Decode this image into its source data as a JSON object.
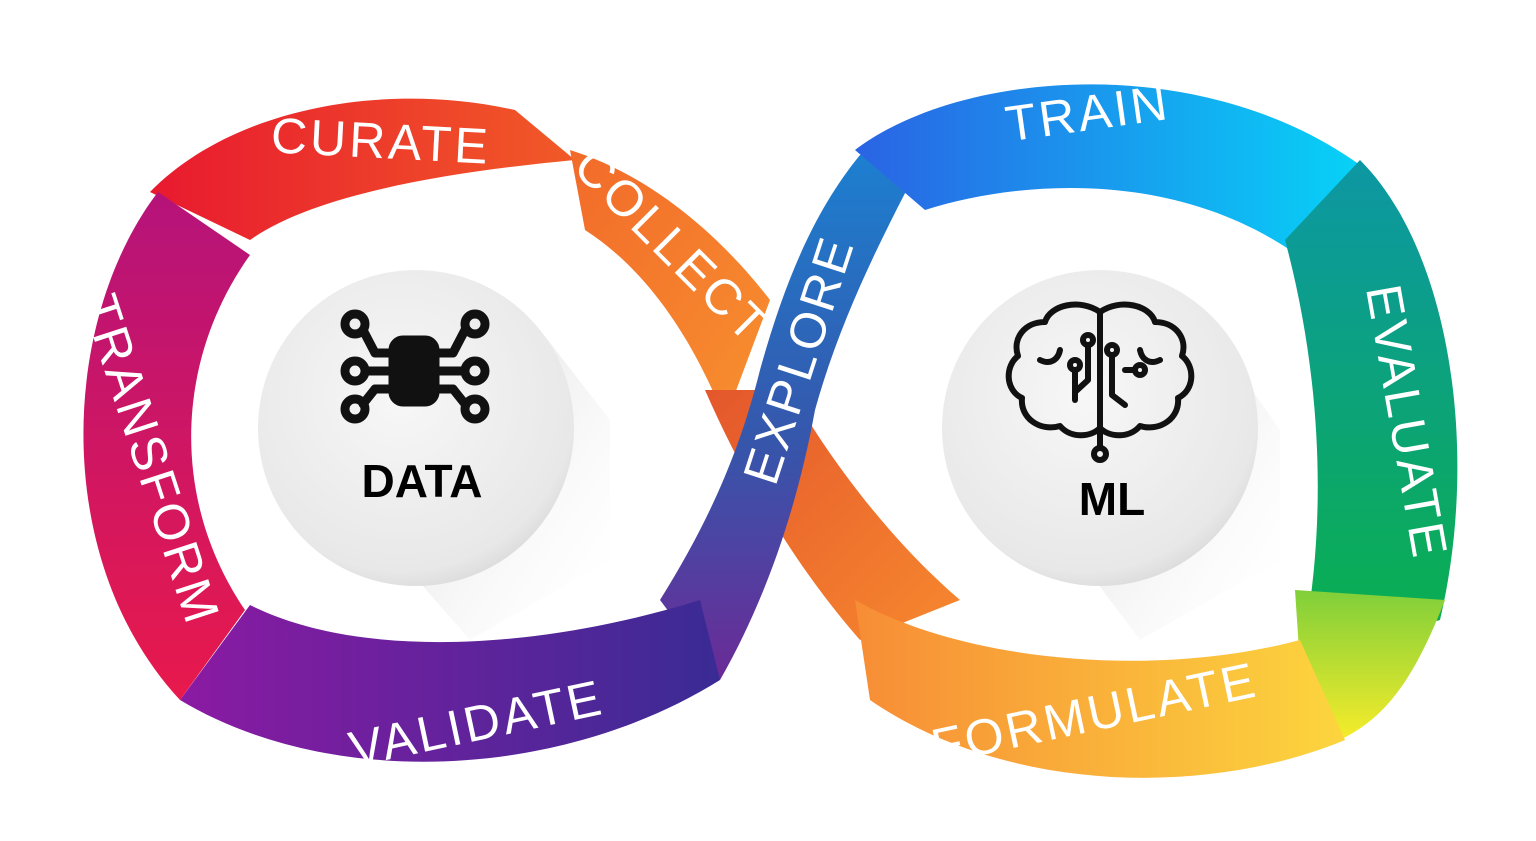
{
  "hubs": {
    "data": {
      "label": "DATA",
      "icon": "circuit-chip-icon"
    },
    "ml": {
      "label": "ML",
      "icon": "brain-circuit-icon"
    }
  },
  "stages": {
    "curate": {
      "label": "CURATE"
    },
    "collect": {
      "label": "COLLECT"
    },
    "explore": {
      "label": "EXPLORE"
    },
    "train": {
      "label": "TRAIN"
    },
    "evaluate": {
      "label": "EVALUATE"
    },
    "formulate": {
      "label": "FORMULATE"
    },
    "validate": {
      "label": "VALIDATE"
    },
    "transform": {
      "label": "TRANSFORM"
    }
  },
  "colors": {
    "curate": "#ee2b24",
    "collect": "#f47a2c",
    "explore": "#1c6fc0",
    "train": "#1a9af2",
    "evaluate": "#0aa574",
    "formulate": "#fbb23f",
    "validate": "#6a1fa3",
    "transform": "#c5126f",
    "hub_fill": "#ececec"
  }
}
